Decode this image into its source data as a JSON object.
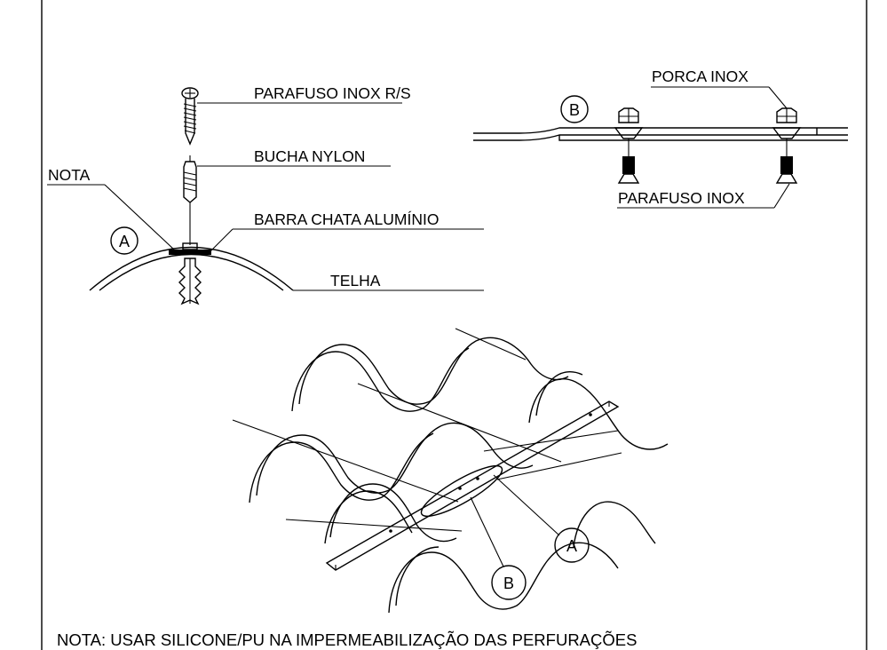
{
  "detail_a": {
    "callout": "A",
    "labels": {
      "screw": "PARAFUSO INOX R/S",
      "anchor": "BUCHA NYLON",
      "note": "NOTA",
      "bar": "BARRA CHATA ALUMÍNIO",
      "tile": "TELHA"
    }
  },
  "detail_b": {
    "callout": "B",
    "labels": {
      "nut": "PORCA INOX",
      "screw": "PARAFUSO INOX"
    }
  },
  "isometric": {
    "callout_a": "A",
    "callout_b": "B"
  },
  "footer": {
    "note": "NOTA: USAR SILICONE/PU NA IMPERMEABILIZAÇÃO DAS PERFURAÇÕES"
  }
}
